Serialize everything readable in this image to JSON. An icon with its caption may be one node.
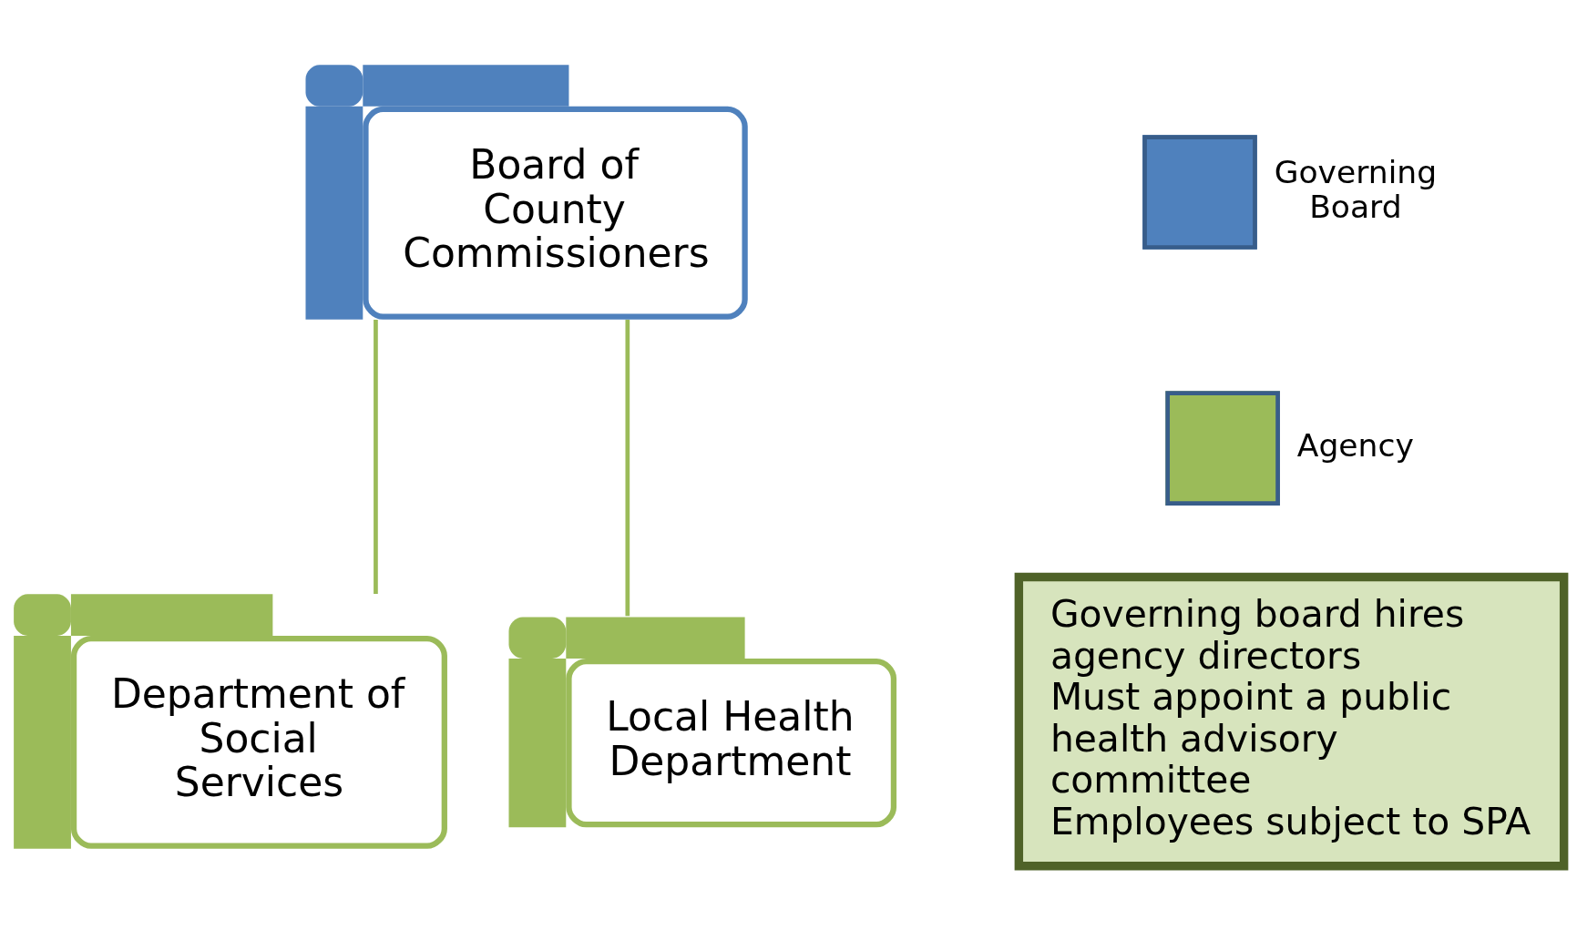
{
  "diagram": {
    "nodes": [
      {
        "text": [
          "Board of County Commissioners"
        ]
      },
      {
        "text": [
          "Department of Social Services"
        ]
      },
      {
        "text": [
          "Local Health Department"
        ]
      },
      {
        "text": [
          "Governing board hires agency directors",
          "Must appoint a public health advisory committee",
          "Employees subject to SPA"
        ]
      }
    ],
    "edges": [
      {
        "from": 0,
        "to": 1,
        "arrow": "none"
      },
      {
        "from": 0,
        "to": 2,
        "arrow": "none"
      }
    ],
    "legend": [
      {
        "text": "Governing Board",
        "color": "#4f81bd"
      },
      {
        "text": "Agency",
        "color": "#9bbb59"
      }
    ]
  }
}
